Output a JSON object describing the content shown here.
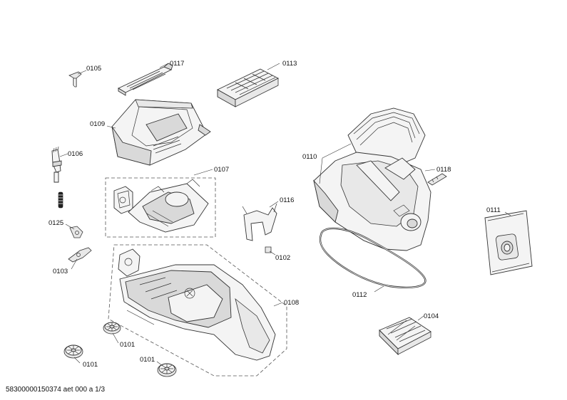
{
  "diagram": {
    "labels": {
      "p0105": "0105",
      "p0117": "0117",
      "p0113": "0113",
      "p0109": "0109",
      "p0106": "0106",
      "p0107": "0107",
      "p0110": "0110",
      "p0118": "0118",
      "p0116": "0116",
      "p0125": "0125",
      "p0102": "0102",
      "p0111": "0111",
      "p0103": "0103",
      "p0112": "0112",
      "p0108": "0108",
      "p0104": "0104",
      "p0101a": "0101",
      "p0101b": "0101",
      "p0101c": "0101"
    }
  },
  "footer": {
    "code": "58300000150374 aet 000 a 1/3"
  }
}
